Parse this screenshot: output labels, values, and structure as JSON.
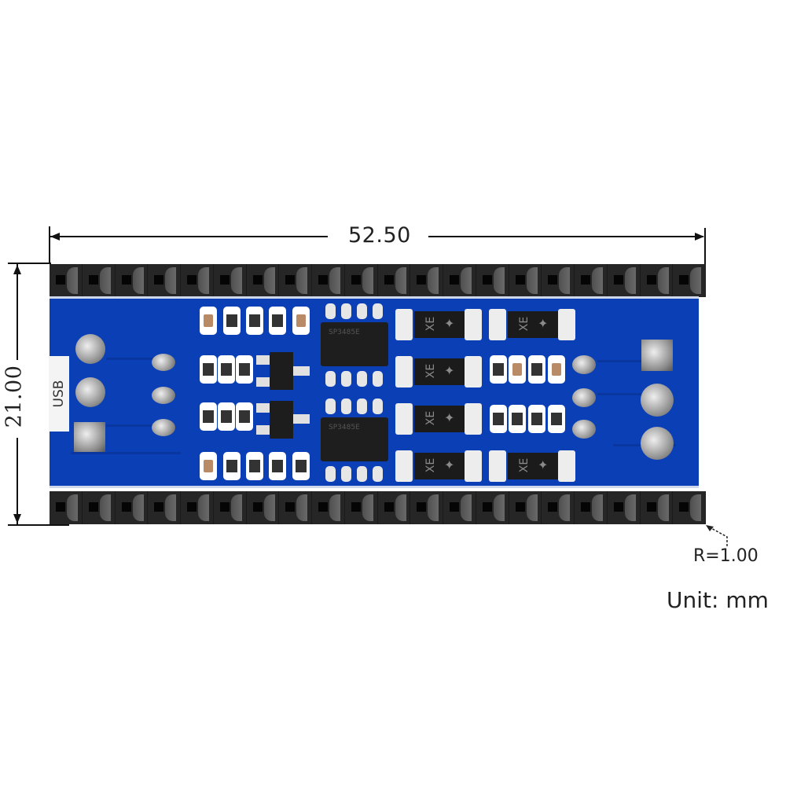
{
  "diagram": {
    "type": "pcb-dimension-drawing",
    "subject": "Blue PCB module with dual 20-pin headers, USB pads, two SOIC-8 ICs, six SMD diodes, two SOT-23 transistors and resistor/capacitor arrays",
    "dimensions": {
      "width": "52.50",
      "height": "21.00",
      "corner_radius": "R=1.00",
      "unit_label": "Unit: mm"
    },
    "labels": {
      "usb": "USB",
      "ic_marking": "SP3485E",
      "diode_marking": "XE"
    },
    "header_pins_per_row": 20,
    "colors": {
      "pcb": "#0b3fb5",
      "header": "#262626",
      "pads": "#d9d9d9",
      "text": "#222222"
    }
  }
}
